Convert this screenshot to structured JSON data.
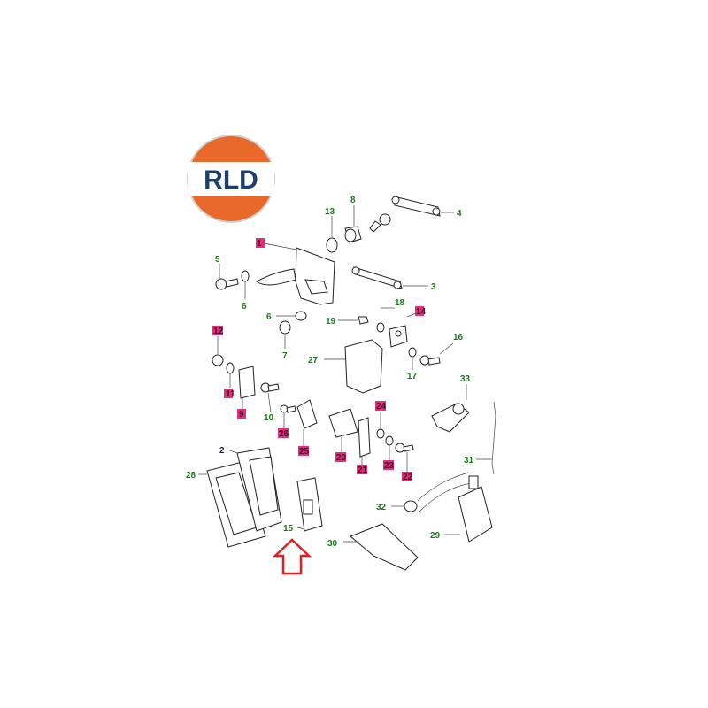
{
  "logo": {
    "text": "RLD",
    "ring_color": "#e8692a",
    "band_color": "#ffffff",
    "text_color": "#1d3e6e"
  },
  "labels": {
    "n1": "1",
    "n2": "2",
    "n3": "3",
    "n4": "4",
    "n5": "5",
    "n6a": "6",
    "n6b": "6",
    "n7": "7",
    "n8": "8",
    "n9": "9",
    "n10": "10",
    "n11": "11",
    "n12": "12",
    "n13": "13",
    "n14": "14",
    "n15": "15",
    "n16": "16",
    "n17": "17",
    "n18": "18",
    "n19": "19",
    "n20": "20",
    "n21": "21",
    "n22": "22",
    "n23": "23",
    "n24": "24",
    "n25": "25",
    "n26": "26",
    "n27": "27",
    "n28": "28",
    "n29": "29",
    "n30": "30",
    "n31": "31",
    "n32": "32",
    "n33": "33"
  },
  "colors": {
    "green_label": "#1a7a1a",
    "red_badge": "#e0307a",
    "arrow": "#e02020"
  }
}
